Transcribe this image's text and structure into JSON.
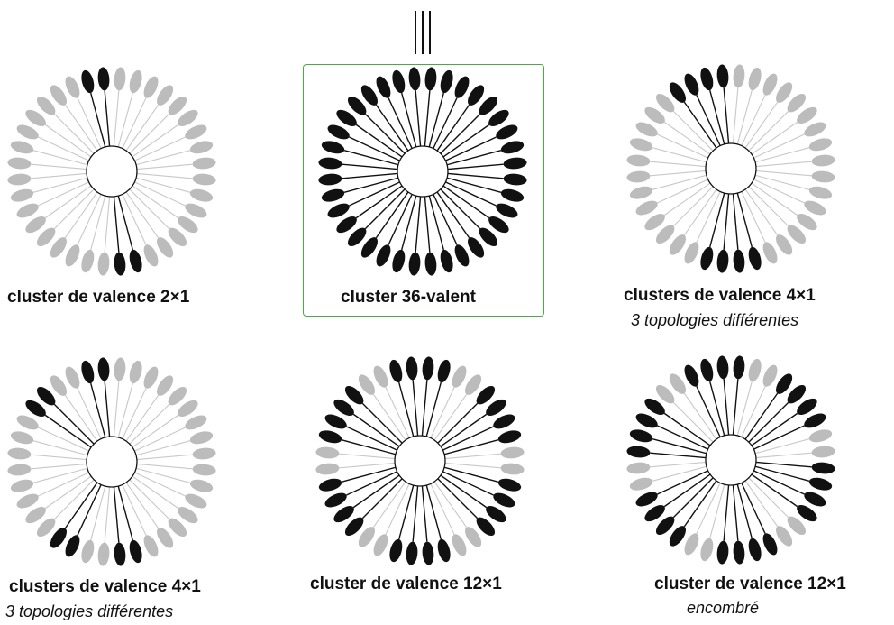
{
  "equivalence_symbol": "|||",
  "clusters": [
    {
      "id": "c2",
      "label": "cluster de valence 2×1",
      "sublabel": "",
      "highlighted": false,
      "crowded": false,
      "black_branches": [
        4,
        13
      ]
    },
    {
      "id": "c36",
      "label": "cluster 36-valent",
      "sublabel": "",
      "highlighted": true,
      "crowded": false,
      "black_branches": "all"
    },
    {
      "id": "c4a",
      "label": "clusters de valence 4×1",
      "sublabel": "3 topologies différentes",
      "highlighted": false,
      "crowded": false,
      "black_branches": [
        4,
        5,
        12,
        13
      ]
    },
    {
      "id": "c4b",
      "label": "clusters de valence 4×1",
      "sublabel": "3 topologies différentes",
      "highlighted": false,
      "crowded": false,
      "black_branches": [
        4,
        6,
        11,
        13
      ]
    },
    {
      "id": "c12",
      "label": "cluster de valence 12×1",
      "sublabel": "",
      "highlighted": false,
      "crowded": false,
      "black_branches": [
        1,
        2,
        4,
        5,
        7,
        8,
        10,
        11,
        13,
        14,
        16,
        17
      ]
    },
    {
      "id": "c12e",
      "label": "cluster de valence 12×1",
      "sublabel": "encombré",
      "highlighted": false,
      "crowded": true,
      "black_branches": [
        0,
        1,
        3,
        4,
        6,
        7,
        9,
        10,
        12,
        13,
        15,
        16
      ]
    }
  ],
  "colors": {
    "black": "#111111",
    "gray": "#bcbcbc",
    "gray_line": "#c8c8c8",
    "box_border": "#4caa44"
  }
}
